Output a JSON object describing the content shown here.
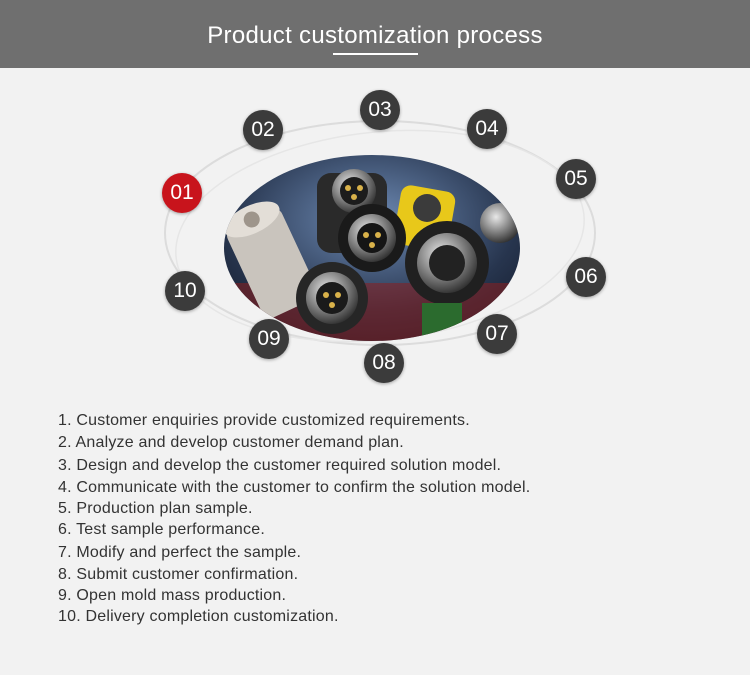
{
  "header": {
    "title": "Product customization process"
  },
  "diagram": {
    "steps": [
      "01",
      "02",
      "03",
      "04",
      "05",
      "06",
      "07",
      "08",
      "09",
      "10"
    ],
    "active_step": "01",
    "image_subject": "circular connectors"
  },
  "process_steps": [
    "1. Customer enquiries provide customized requirements.",
    "2. Analyze and develop customer demand plan.",
    "3. Design and develop the customer required solution model.",
    "4. Communicate with the customer to confirm the solution model.",
    "5. Production plan sample.",
    "6. Test sample performance.",
    "7. Modify and perfect the sample.",
    "8. Submit customer confirmation.",
    "9. Open mold mass production.",
    "10. Delivery completion customization."
  ],
  "colors": {
    "header_bg": "#6f6f6f",
    "badge": "#3b3b3b",
    "badge_active": "#c8141c",
    "page_bg": "#f2f2f2"
  }
}
